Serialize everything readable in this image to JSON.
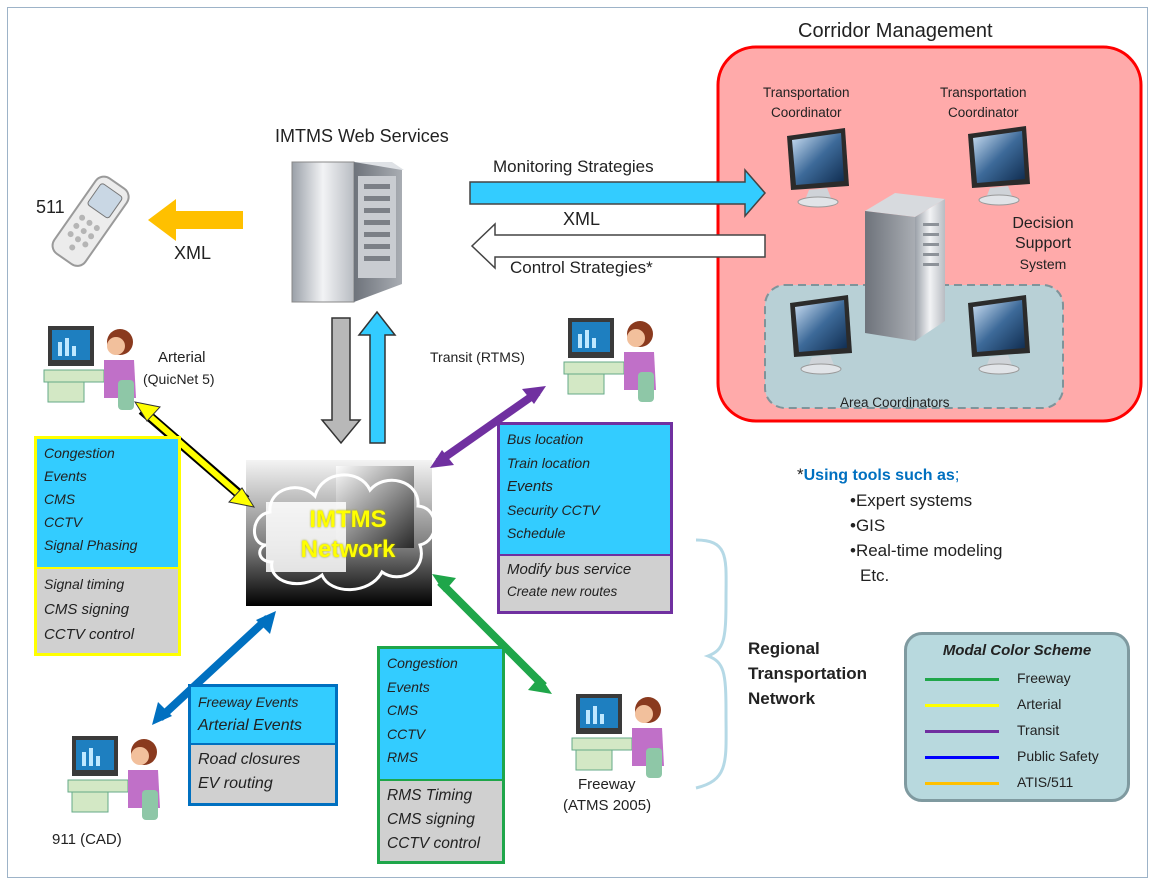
{
  "corridor": {
    "title": "Corridor Management",
    "coordinator_left": [
      "Transportation",
      "Coordinator"
    ],
    "coordinator_right": [
      "Transportation",
      "Coordinator"
    ],
    "dss": [
      "Decision",
      "Support",
      "System"
    ],
    "area": "Area Coordinators"
  },
  "web_services": {
    "title": "IMTMS Web Services"
  },
  "flows": {
    "monitoring": "Monitoring Strategies",
    "xml_return": "XML",
    "control": "Control Strategies*",
    "xml_511": "XML"
  },
  "phone_511": "511",
  "network": {
    "line1": "IMTMS",
    "line2": "Network"
  },
  "arterial": {
    "label": "Arterial",
    "system": "(QuicNet 5)",
    "data": [
      "Congestion",
      "Events",
      "CMS",
      "CCTV",
      "Signal Phasing"
    ],
    "control": [
      "Signal timing",
      "CMS signing",
      "CCTV control"
    ]
  },
  "transit": {
    "label": "Transit  (RTMS)",
    "data": [
      "Bus location",
      "Train location",
      "Events",
      "Security CCTV",
      "Schedule"
    ],
    "control": [
      "Modify bus service",
      "Create new routes"
    ]
  },
  "public_safety": {
    "label": "911 (CAD)",
    "data": [
      "Freeway Events",
      "Arterial Events"
    ],
    "control": [
      "Road closures",
      "EV routing"
    ]
  },
  "freeway": {
    "label": "Freeway",
    "system": "(ATMS 2005)",
    "data": [
      "Congestion",
      "Events",
      "CMS",
      "CCTV",
      "RMS"
    ],
    "control": [
      "RMS Timing",
      "CMS signing",
      "CCTV control"
    ]
  },
  "tools": {
    "star": "*",
    "heading": "Using tools such as",
    "items": [
      "•Expert systems",
      "•GIS",
      "•Real-time modeling"
    ],
    "etc": "Etc."
  },
  "regional": [
    "Regional",
    "Transportation",
    "Network"
  ],
  "legend": {
    "title": "Modal Color Scheme",
    "items": [
      {
        "label": "Freeway",
        "color": "#1fa64a"
      },
      {
        "label": "Arterial",
        "color": "#ffff00"
      },
      {
        "label": "Transit",
        "color": "#7030a0"
      },
      {
        "label": "Public Safety",
        "color": "#0000ff"
      },
      {
        "label": "ATIS/511",
        "color": "#ffc000"
      }
    ]
  },
  "colors": {
    "freeway": "#1fa64a",
    "arterial": "#ffff00",
    "transit": "#7030a0",
    "public_safety": "#0070c0",
    "atis": "#ffc000",
    "data_box": "#33ccff",
    "control_box": "#d0d0d0",
    "corridor_fill": "#ffaaaa",
    "corridor_border": "#ff0000"
  }
}
